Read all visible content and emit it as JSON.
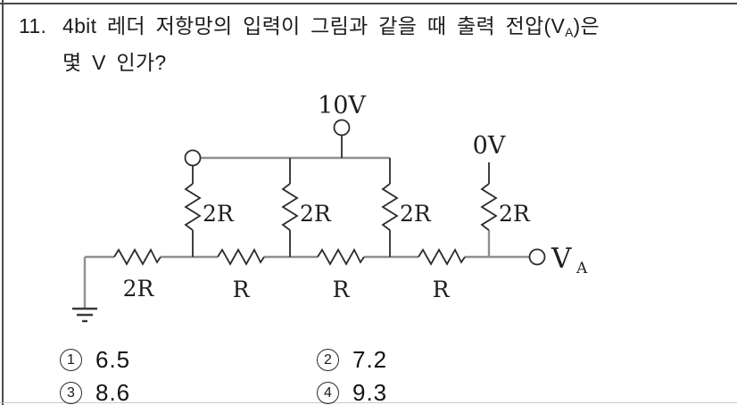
{
  "question": {
    "number": "11.",
    "line1_pre": "4bit 레더 저항망의 입력이 그림과 같을 때 출력 전압(V",
    "line1_sub": "A",
    "line1_post": ")은",
    "line2": "몇 V 인가?"
  },
  "circuit": {
    "top_supply": "10V",
    "right_supply": "0V",
    "shunt_resistors": [
      "2R",
      "2R",
      "2R",
      "2R"
    ],
    "series_resistors": [
      "2R",
      "R",
      "R",
      "R"
    ],
    "output": {
      "label": "V",
      "subscript": "A"
    },
    "wire_color": "#8f8f8f",
    "component_color": "#2b2b2b"
  },
  "choices": [
    {
      "label": "1",
      "value": "6.5"
    },
    {
      "label": "2",
      "value": "7.2"
    },
    {
      "label": "3",
      "value": "8.6"
    },
    {
      "label": "4",
      "value": "9.3"
    }
  ]
}
